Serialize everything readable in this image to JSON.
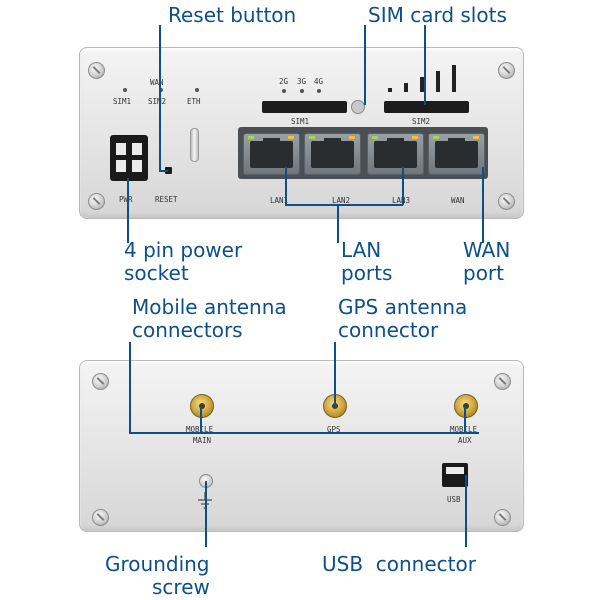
{
  "callouts": {
    "reset_button": "Reset button",
    "sim_card_slots": "SIM card slots",
    "power_socket_line1": "4 pin power",
    "power_socket_line2": "socket",
    "lan_ports_line1": "LAN",
    "lan_ports_line2": "ports",
    "wan_port_line1": "WAN",
    "wan_port_line2": "port",
    "mobile_antenna_line1": "Mobile antenna",
    "mobile_antenna_line2": "connectors",
    "gps_antenna_line1": "GPS antenna",
    "gps_antenna_line2": "connector",
    "grounding_line1": "Grounding",
    "grounding_line2": "screw",
    "usb_connector": "USB  connector"
  },
  "front_panel": {
    "led_labels": {
      "sim1": "SIM1",
      "wan": "WAN",
      "sim2": "SIM2",
      "eth": "ETH"
    },
    "signal_labels": {
      "g2": "2G",
      "g3": "3G",
      "g4": "4G"
    },
    "sim_slot_labels": {
      "slot1": "SIM1",
      "slot2": "SIM2"
    },
    "pwr_label": "PWR",
    "reset_label": "RESET",
    "port_labels": {
      "lan1": "LAN1",
      "lan2": "LAN2",
      "lan3": "LAN3",
      "wan": "WAN"
    }
  },
  "back_panel": {
    "antenna_labels": {
      "mobile_main_line1": "MOBILE",
      "mobile_main_line2": "MAIN",
      "gps": "GPS",
      "mobile_aux_line1": "MOBILE",
      "mobile_aux_line2": "AUX"
    },
    "usb_label": "USB"
  },
  "colors": {
    "callout_text": "#0d4f8b",
    "callout_line": "#0d4f8b",
    "panel": "#e4e4e4",
    "port_led_green": "#a8d64a",
    "port_led_yellow": "#f1c232",
    "sma_gold": "#c9a23a"
  }
}
